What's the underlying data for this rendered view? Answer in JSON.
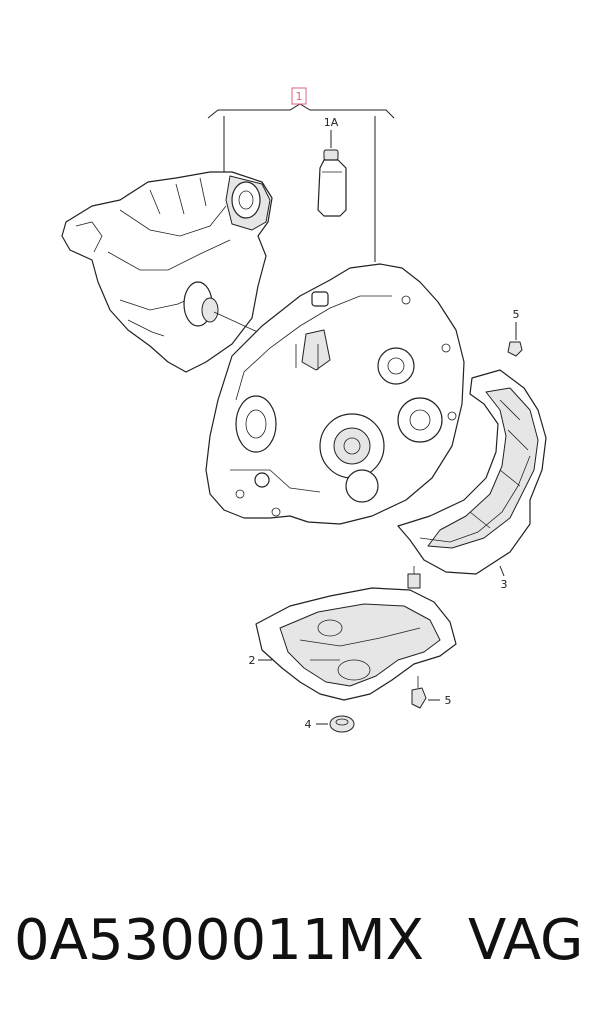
{
  "callouts": {
    "c1": "1",
    "c1a": "1A",
    "c2": "2",
    "c3": "3",
    "c4": "4",
    "c5a": "5",
    "c5b": "5"
  },
  "caption": {
    "part_number": "0A5300011MX",
    "brand": "VAG"
  },
  "colors": {
    "highlight": "#e06080",
    "ink": "#222222"
  }
}
